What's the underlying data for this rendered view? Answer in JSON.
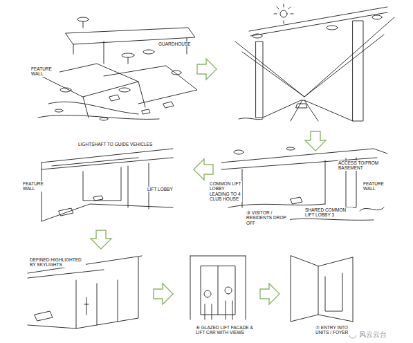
{
  "diagram": {
    "labels": [
      "FEATURE WALL",
      "GUARDHOUSE",
      "LIGHTSHAFT TO GUIDE VEHICLES",
      "FEATURE WALL",
      "LIFT LOBBY",
      "ACCESS TO/FROM BASEMENT",
      "FEATURE WALL",
      "COMMON LIFT LOBBY LEADING TO 4 CLUB HOUSE",
      "③ VISITOR / RESIDENTS DROP OFF",
      "SHARED COMMON LIFT LOBBY 3",
      "DEFINED HIGHLIGHTED BY SKYLIGHTS",
      "⑥ GLAZED LIFT FACADE & LIFT CAR WITH VIEWS",
      "⑦ ENTRY INTO UNITS / FOYER",
      "风云云台"
    ]
  }
}
